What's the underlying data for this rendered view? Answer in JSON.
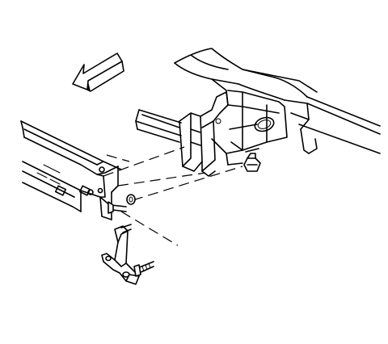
{
  "diagram": {
    "type": "exploded-view line illustration",
    "ink_color": "#000000",
    "background_color": "#ffffff",
    "parts": [
      "direction-arrow",
      "front-crossmember",
      "frame-rail",
      "mounting-bracket",
      "flange-nut",
      "washer",
      "bolt",
      "lower-brace"
    ]
  }
}
